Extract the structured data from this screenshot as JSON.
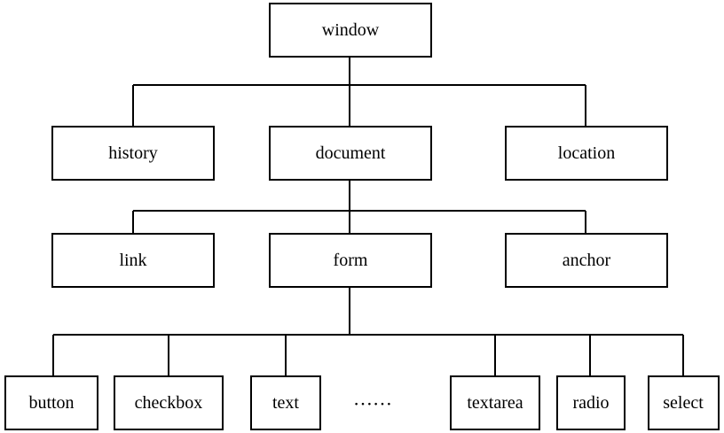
{
  "diagram": {
    "nodes": {
      "window": "window",
      "history": "history",
      "document": "document",
      "location": "location",
      "link": "link",
      "form": "form",
      "anchor": "anchor",
      "button": "button",
      "checkbox": "checkbox",
      "text": "text",
      "textarea": "textarea",
      "radio": "radio",
      "select": "select"
    },
    "ellipsis": "……"
  }
}
